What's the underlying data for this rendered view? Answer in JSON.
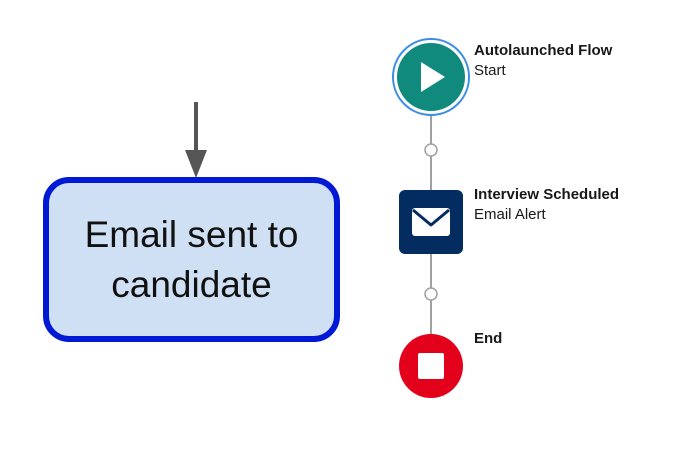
{
  "callout": {
    "text": "Email sent to candidate",
    "border_color": "#0019d4",
    "fill_color": "#cfdff4"
  },
  "flow": {
    "nodes": [
      {
        "title": "Autolaunched Flow",
        "subtitle": "Start",
        "icon": "play-icon",
        "color": "#0f8a7c"
      },
      {
        "title": "Interview Scheduled",
        "subtitle": "Email Alert",
        "icon": "envelope-icon",
        "color": "#032d60"
      },
      {
        "title": "End",
        "subtitle": "",
        "icon": "stop-icon",
        "color": "#e3001b"
      }
    ],
    "connector_color": "#a0a0a0"
  },
  "arrow_color": "#555555"
}
